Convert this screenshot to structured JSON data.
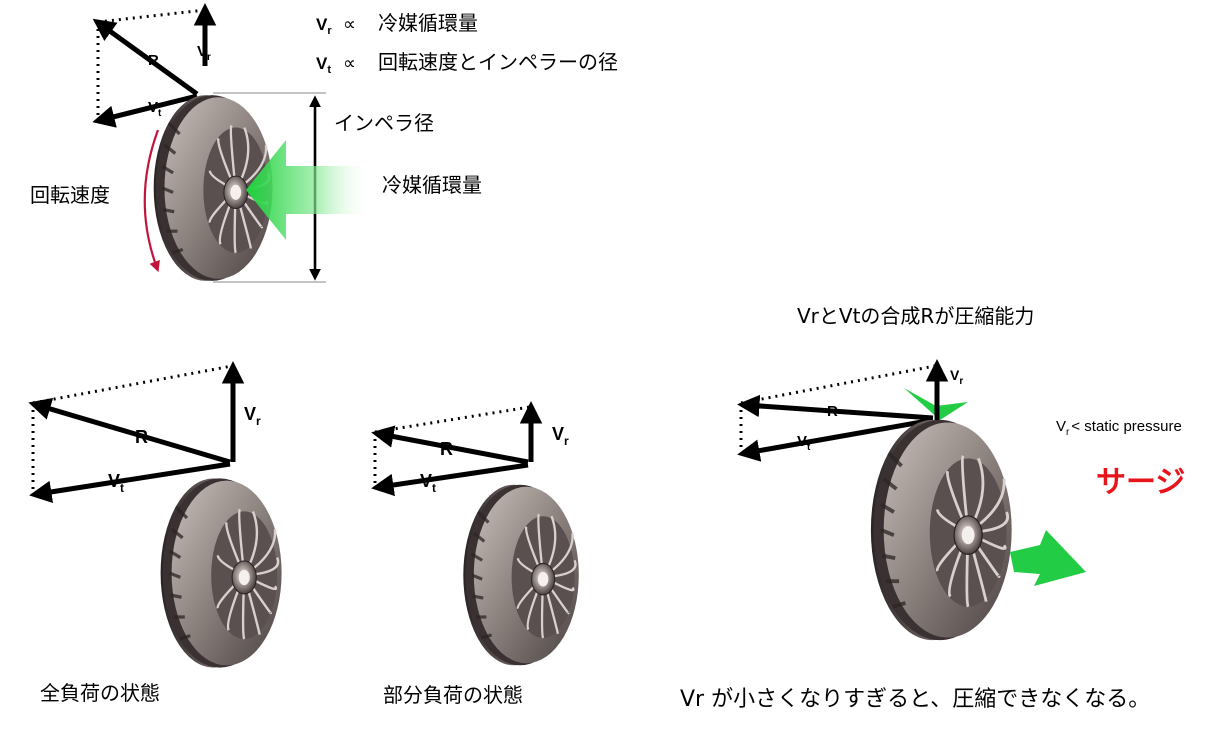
{
  "formula": {
    "vr_symbol": "V",
    "vr_sub": "r",
    "vt_symbol": "V",
    "vt_sub": "t",
    "proportional": "∝",
    "vr_text": "冷媒循環量",
    "vt_text": "回転速度とインペラーの径"
  },
  "top_diagram": {
    "impeller_diameter": "インペラ径",
    "refrigerant_flow": "冷媒循環量",
    "rotation_speed": "回転速度"
  },
  "vectors": {
    "R": "R",
    "V": "V",
    "r": "r",
    "t": "t"
  },
  "surge_panel": {
    "title": "VrとVtの合成Rが圧縮能力",
    "condition_v": "V",
    "condition_sub": "r",
    "condition_text": "< static pressure",
    "surge": "サージ",
    "caption": "Vr が小さくなりすぎると、圧縮できなくなる。"
  },
  "captions": {
    "full_load": "全負荷の状態",
    "partial_load": "部分負荷の状態"
  },
  "colors": {
    "arrow_green": "#22cc44",
    "surge_red": "#e8141b",
    "rotation_arrow": "#c0163c",
    "impeller_dark": "#3a3232",
    "impeller_light": "#b9b0ab"
  }
}
